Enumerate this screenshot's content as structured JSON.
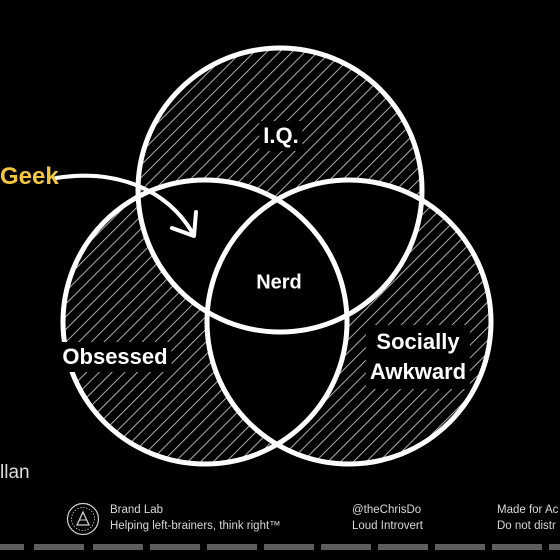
{
  "diagram": {
    "regions": {
      "top": "I.Q.",
      "left": "Obsessed",
      "right_line1": "Socially",
      "right_line2": "Awkward",
      "center": "Nerd"
    },
    "callout": "Geek",
    "partial_name": "llan"
  },
  "footer": {
    "left_fragment": "l",
    "brand_line1": "Brand Lab",
    "brand_line2": "Helping left-brainers, think right™",
    "handle_line1": "@theChrisDo",
    "handle_line2": "Loud Introvert",
    "notice_line1": "Made for Ac",
    "notice_line2": "Do not distr"
  },
  "colors": {
    "background": "#000000",
    "circle_stroke": "#ffffff",
    "accent": "#f3c63f"
  },
  "icons": {
    "brand_logo": "brand-logo-icon",
    "callout_arrow": "arrow-icon"
  }
}
